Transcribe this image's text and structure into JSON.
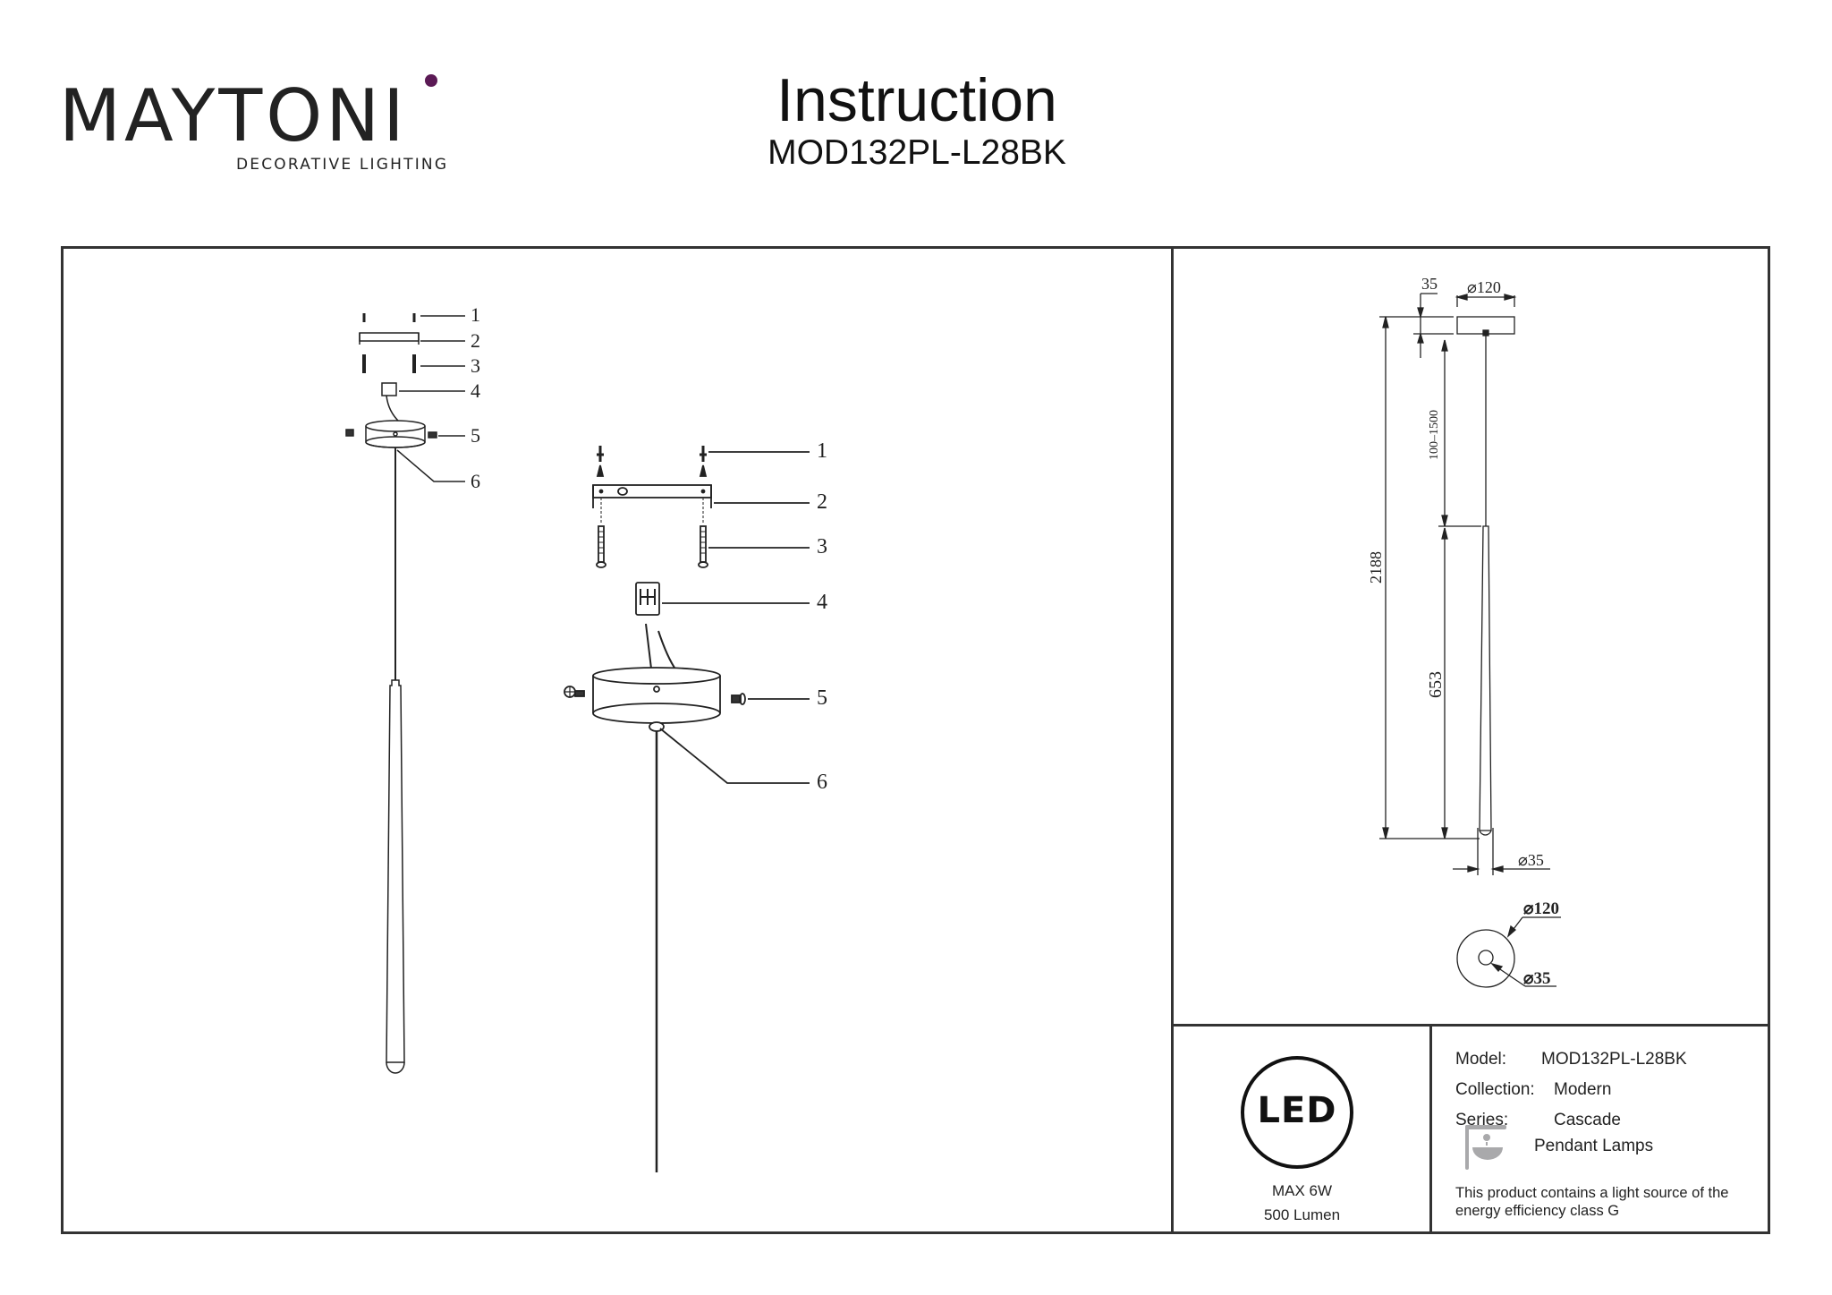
{
  "header": {
    "brand": "MAYTONI",
    "brand_tagline": "DECORATIVE LIGHTING",
    "brand_accent_color": "#5b1a55",
    "title": "Instruction",
    "model_code": "MOD132PL-L28BK"
  },
  "assembly": {
    "small_view_callouts": [
      "1",
      "2",
      "3",
      "4",
      "5",
      "6"
    ],
    "large_view_callouts": [
      "1",
      "2",
      "3",
      "4",
      "5",
      "6"
    ]
  },
  "dimensions": {
    "canopy_height": "35",
    "canopy_diameter": "⌀120",
    "total_height": "2188",
    "cable_length_range": "100–1500",
    "shade_length": "653",
    "shade_diameter": "⌀35",
    "top_view_outer_diameter": "⌀120",
    "top_view_inner_diameter": "⌀35"
  },
  "led_badge": {
    "label": "LED",
    "max_power": "MAX 6W",
    "luminous_flux": "500 Lumen"
  },
  "product_info": {
    "model_label": "Model:",
    "model_value": "MOD132PL-L28BK",
    "collection_label": "Collection:",
    "collection_value": "Modern",
    "series_label": "Series:",
    "series_value": "Cascade",
    "category_icon": "pendant-lamp-icon",
    "category_value": "Pendant Lamps",
    "energy_note": "This product contains a light source of the energy efficiency class G"
  }
}
